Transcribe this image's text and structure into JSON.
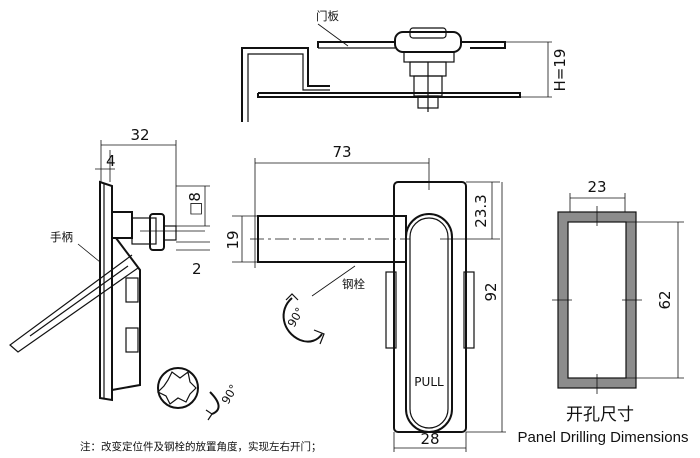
{
  "labels": {
    "door_panel": "门板",
    "handle": "手柄",
    "steel_bolt": "钢栓",
    "pull": "PULL",
    "drilling_title_cn": "开孔尺寸",
    "drilling_title_en": "Panel Drilling Dimensions",
    "note": "注：改变定位件及钢栓的放置角度，实现左右开门；"
  },
  "dimensions": {
    "height": "H=19",
    "side_width": "32",
    "side_offset": "4",
    "square": "□8",
    "side_small": "2",
    "bolt_length": "73",
    "bolt_diameter": "19",
    "top_offset": "23.3",
    "body_height": "92",
    "body_width": "28",
    "cutout_width": "23",
    "cutout_height": "62"
  },
  "rotation": {
    "angle_top": "90°",
    "angle_bottom": "90°"
  },
  "colors": {
    "line": "#111111",
    "cutout_fill": "#8c8c8c"
  }
}
